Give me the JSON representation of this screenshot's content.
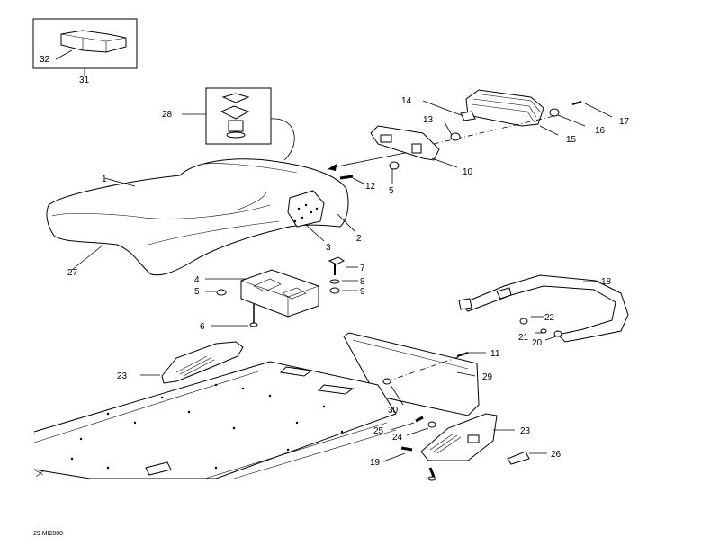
{
  "diagram": {
    "drawing_code": "29 MI2800",
    "callouts": {
      "c1": "1",
      "c2": "2",
      "c3": "3",
      "c4": "4",
      "c5a": "5",
      "c5b": "5",
      "c6": "6",
      "c7": "7",
      "c8": "8",
      "c9": "9",
      "c10": "10",
      "c11": "11",
      "c12": "12",
      "c13": "13",
      "c14": "14",
      "c15": "15",
      "c16": "16",
      "c17": "17",
      "c18": "18",
      "c19": "19",
      "c20": "20",
      "c21": "21",
      "c22": "22",
      "c23a": "23",
      "c23b": "23",
      "c24": "24",
      "c25": "25",
      "c26": "26",
      "c27": "27",
      "c28": "28",
      "c29": "29",
      "c30": "30",
      "c31": "31",
      "c32": "32"
    }
  }
}
